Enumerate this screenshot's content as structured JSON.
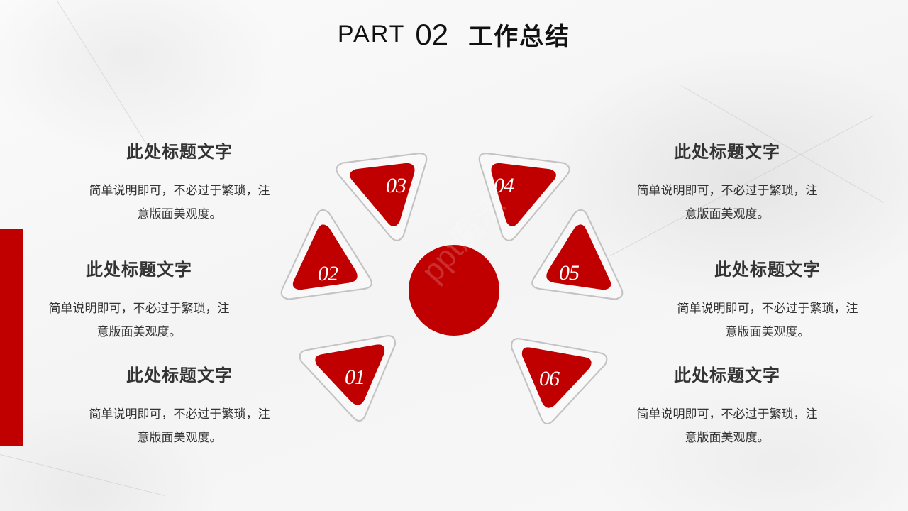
{
  "slide": {
    "title": {
      "part_label": "PART",
      "part_number": "02",
      "chinese_title": "工作总结"
    },
    "colors": {
      "accent": "#c00000",
      "petal_outline": "#c3c3c3",
      "text": "#333333",
      "background": "#f7f7f7"
    },
    "center_circle": {
      "color": "#c00000"
    },
    "watermark": "ppt魔法",
    "petals": [
      {
        "number": "01"
      },
      {
        "number": "02"
      },
      {
        "number": "03"
      },
      {
        "number": "04"
      },
      {
        "number": "05"
      },
      {
        "number": "06"
      }
    ],
    "items": [
      {
        "heading": "此处标题文字",
        "desc_line1": "简单说明即可，不必过于繁琐，注",
        "desc_line2": "意版面美观度。"
      },
      {
        "heading": "此处标题文字",
        "desc_line1": "简单说明即可，不必过于繁琐，注",
        "desc_line2": "意版面美观度。"
      },
      {
        "heading": "此处标题文字",
        "desc_line1": "简单说明即可，不必过于繁琐，注",
        "desc_line2": "意版面美观度。"
      },
      {
        "heading": "此处标题文字",
        "desc_line1": "简单说明即可，不必过于繁琐，注",
        "desc_line2": "意版面美观度。"
      },
      {
        "heading": "此处标题文字",
        "desc_line1": "简单说明即可，不必过于繁琐，注",
        "desc_line2": "意版面美观度。"
      },
      {
        "heading": "此处标题文字",
        "desc_line1": "简单说明即可，不必过于繁琐，注",
        "desc_line2": "意版面美观度。"
      }
    ]
  }
}
